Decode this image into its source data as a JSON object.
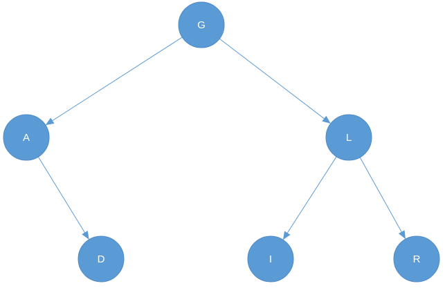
{
  "diagram": {
    "type": "binary-tree",
    "colors": {
      "node_fill": "#5b9bd5",
      "node_border": "#4f8ac6",
      "edge": "#5b9bd5",
      "label": "#ffffff"
    },
    "nodes": [
      {
        "id": "G",
        "label": "G"
      },
      {
        "id": "A",
        "label": "A"
      },
      {
        "id": "L",
        "label": "L"
      },
      {
        "id": "D",
        "label": "D"
      },
      {
        "id": "I",
        "label": "I"
      },
      {
        "id": "R",
        "label": "R"
      }
    ],
    "edges": [
      {
        "from": "G",
        "to": "A"
      },
      {
        "from": "G",
        "to": "L"
      },
      {
        "from": "A",
        "to": "D"
      },
      {
        "from": "L",
        "to": "I"
      },
      {
        "from": "L",
        "to": "R"
      }
    ]
  }
}
